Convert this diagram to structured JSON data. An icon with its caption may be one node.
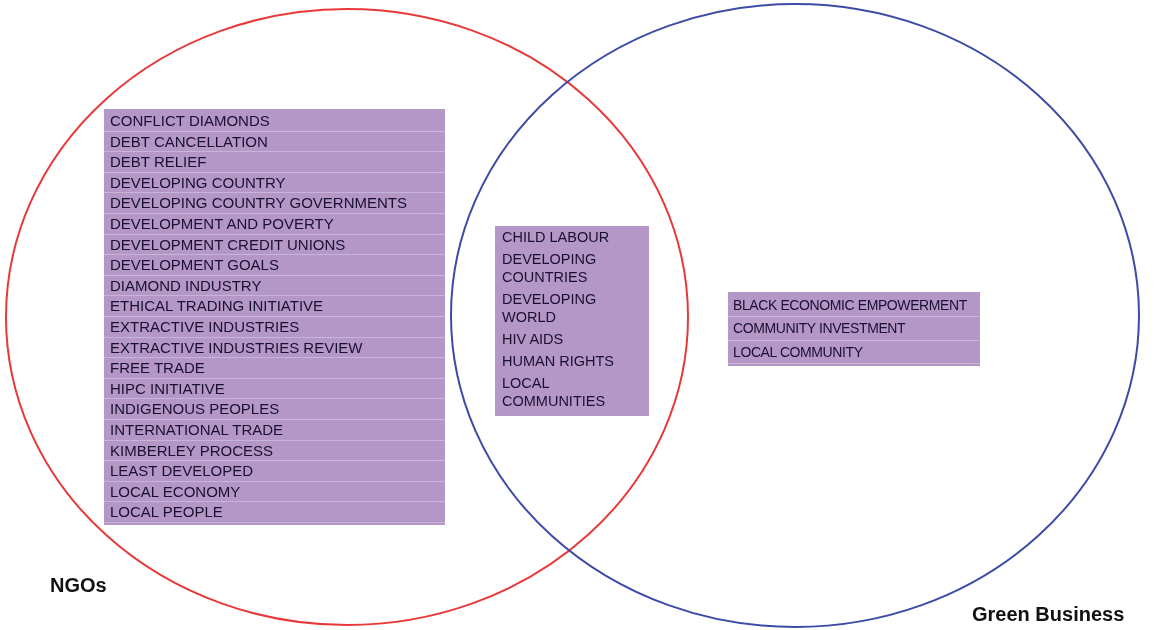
{
  "diagram": {
    "nodes": [
      {
        "text": [
          "NGOs"
        ]
      },
      {
        "text": [
          "CONFLICT DIAMONDS",
          "DEBT CANCELLATION",
          "DEBT RELIEF",
          "DEVELOPING COUNTRY",
          "DEVELOPING COUNTRY GOVERNMENTS",
          "DEVELOPMENT AND POVERTY",
          "DEVELOPMENT CREDIT UNIONS",
          "DEVELOPMENT GOALS",
          "DIAMOND INDUSTRY",
          "ETHICAL TRADING INITIATIVE",
          "EXTRACTIVE INDUSTRIES",
          "EXTRACTIVE INDUSTRIES REVIEW",
          "FREE TRADE",
          "HIPC INITIATIVE",
          "INDIGENOUS PEOPLES",
          "INTERNATIONAL TRADE",
          "KIMBERLEY PROCESS",
          "LEAST DEVELOPED",
          "LOCAL ECONOMY",
          "LOCAL PEOPLE"
        ],
        "in": 0
      },
      {
        "text": [
          "CHILD LABOUR",
          "DEVELOPING COUNTRIES",
          "DEVELOPING WORLD",
          "HIV AIDS",
          "HUMAN RIGHTS",
          "LOCAL COMMUNITIES"
        ]
      },
      {
        "text": [
          "Green Business"
        ]
      },
      {
        "text": [
          "BLACK ECONOMIC EMPOWERMENT",
          "COMMUNITY INVESTMENT",
          "LOCAL COMMUNITY"
        ],
        "in": 3
      }
    ]
  }
}
